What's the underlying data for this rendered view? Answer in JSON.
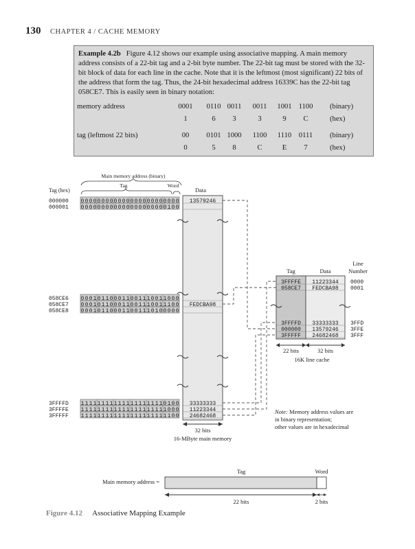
{
  "header": {
    "page_number": "130",
    "chapter": "CHAPTER 4 / CACHE MEMORY"
  },
  "example": {
    "label": "Example 4.2b",
    "text": "Figure 4.12 shows our example using associative mapping. A main memory address consists of a 22-bit tag and a 2-bit byte number. The 22-bit tag must be stored with the 32-bit block of data for each line in the cache. Note that it is the leftmost (most significant) 22 bits of the address that form the tag. Thus, the 24-bit hexadecimal address 16339C has the 22-bit tag 058CE7. This is easily seen in binary notation:",
    "rows": [
      {
        "label": "memory address",
        "values": [
          "0001",
          "0110",
          "0011",
          "0011",
          "1001",
          "1100"
        ],
        "unit": "(binary)"
      },
      {
        "label": "",
        "values": [
          "1",
          "6",
          "3",
          "3",
          "9",
          "C"
        ],
        "unit": "(hex)"
      },
      {
        "label": "tag (leftmost 22 bits)",
        "values": [
          "00",
          "0101",
          "1000",
          "1100",
          "1110",
          "0111"
        ],
        "unit": "(binary)"
      },
      {
        "label": "",
        "values": [
          "0",
          "5",
          "8",
          "C",
          "E",
          "7"
        ],
        "unit": "(hex)"
      }
    ]
  },
  "figure": {
    "main_memory_address_label": "Main memory address (binary)",
    "tag_label": "Tag",
    "word_label": "Word",
    "tag_hex_label": "Tag (hex)",
    "data_label": "Data",
    "memory_rows": [
      {
        "tag": "000000",
        "addr": "000000000000000000000000",
        "data": "13579246"
      },
      {
        "tag": "000001",
        "addr": "000000000000000000000100",
        "data": ""
      },
      {
        "tag": "058CE6",
        "addr": "000101100011001110011000",
        "data": ""
      },
      {
        "tag": "058CE7",
        "addr": "000101100011001110011100",
        "data": "FEDCBA98"
      },
      {
        "tag": "058CE8",
        "addr": "000101100011001110100000",
        "data": ""
      },
      {
        "tag": "3FFFFD",
        "addr": "111111111111111111110100",
        "data": "33333333"
      },
      {
        "tag": "3FFFFE",
        "addr": "111111111111111111111000",
        "data": "11223344"
      },
      {
        "tag": "3FFFFF",
        "addr": "111111111111111111111100",
        "data": "24682468"
      }
    ],
    "main_bits": "32 bits",
    "main_memory_caption": "16-MByte main memory",
    "cache": {
      "tag_header": "Tag",
      "data_header": "Data",
      "line_header_1": "Line",
      "line_header_2": "Number",
      "lines": [
        {
          "tag": "3FFFFE",
          "data": "11223344",
          "line": "0000"
        },
        {
          "tag": "058CE7",
          "data": "FEDCBA98",
          "line": "0001"
        },
        {
          "tag": "3FFFFD",
          "data": "33333333",
          "line": "3FFD"
        },
        {
          "tag": "000000",
          "data": "13579246",
          "line": "3FFE"
        },
        {
          "tag": "3FFFFF",
          "data": "24682468",
          "line": "3FFF"
        }
      ],
      "tag_bits": "22 bits",
      "data_bits": "32 bits",
      "caption": "16K line cache"
    },
    "note_label": "Note:",
    "note_lines": [
      " Memory address values are",
      "in binary representation;",
      "other values are in hexadecimal"
    ],
    "bottom": {
      "label": "Main memory address =",
      "tag": "Tag",
      "word": "Word",
      "tag_bits": "22 bits",
      "word_bits": "2 bits"
    }
  },
  "caption": {
    "label": "Figure 4.12",
    "text": "Associative Mapping Example"
  }
}
